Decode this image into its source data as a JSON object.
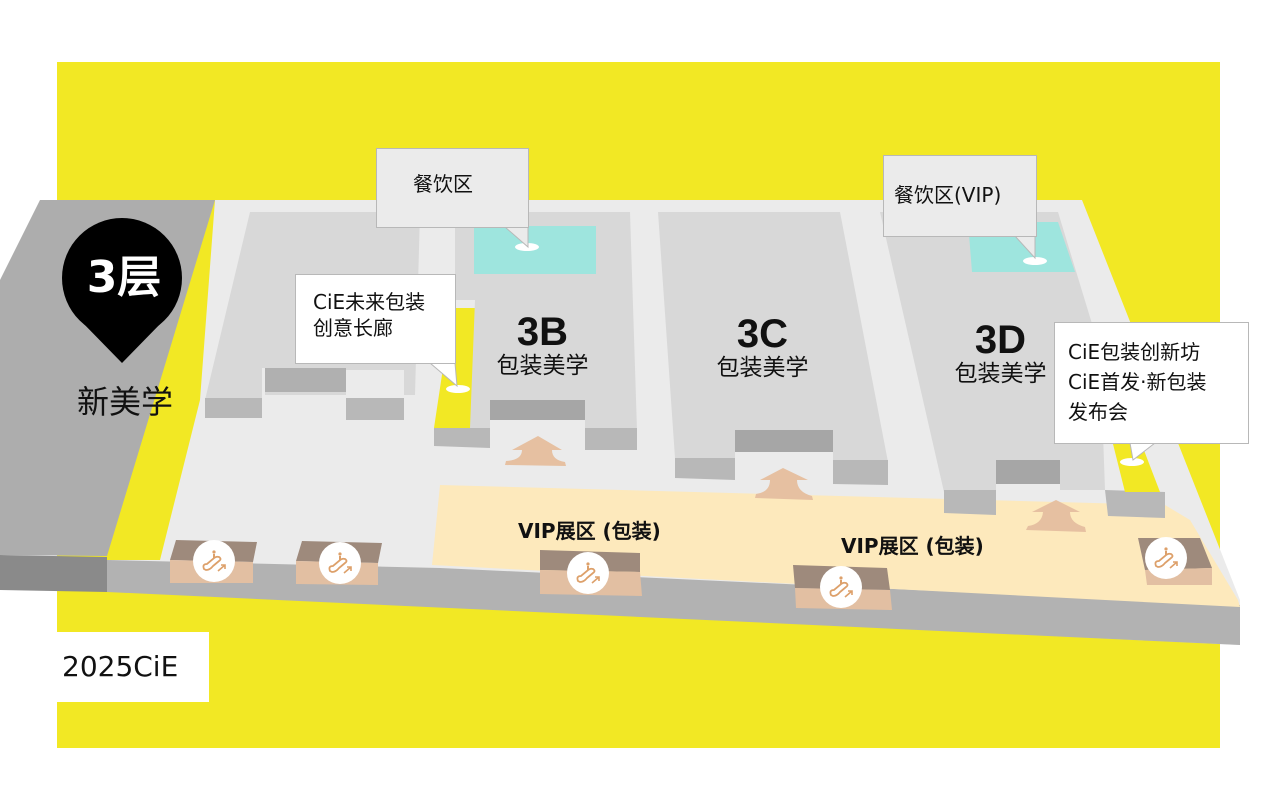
{
  "map": {
    "title": "3层",
    "subtitle": "新美学",
    "year_label": "2025CiE",
    "colors": {
      "frame_yellow": "#f2e824",
      "floor_light": "#ebebeb",
      "floor_edge": "#b2b2b2",
      "hall_top": "#d8d8d8",
      "hall_side": "#b8b8b8",
      "hall_recess": "#a6a6a6",
      "side_block": "#adadad",
      "side_block_edge": "#8a8a8a",
      "dining": "#9ee5de",
      "vip_zone": "#fde9bc",
      "arrow": "#e6c0a1",
      "escalator_top": "#9e8a7c",
      "escalator_front": "#e2bfa2",
      "escalator_icon": "#dda06a",
      "badge_black": "#000000"
    },
    "halls": [
      {
        "code": "3B",
        "name": "包装美学"
      },
      {
        "code": "3C",
        "name": "包装美学"
      },
      {
        "code": "3D",
        "name": "包装美学"
      }
    ],
    "callouts": [
      {
        "id": "dining",
        "text": "餐饮区"
      },
      {
        "id": "dining-vip",
        "text": "餐饮区(VIP)"
      },
      {
        "id": "future-corridor",
        "text": "CiE未来包装\n创意长廊"
      },
      {
        "id": "innovation-workshop",
        "text": "CiE包装创新坊\nCiE首发·新包装\n发布会"
      }
    ],
    "vip_zones": [
      {
        "label": "VIP展区 (包装)"
      },
      {
        "label": "VIP展区 (包装)"
      }
    ],
    "escalators": [
      {
        "icon": "escalator-up-icon"
      },
      {
        "icon": "escalator-up-icon"
      },
      {
        "icon": "escalator-up-icon"
      },
      {
        "icon": "escalator-up-icon"
      },
      {
        "icon": "escalator-up-icon"
      }
    ],
    "entrances": [
      {
        "icon": "entrance-arrow-icon",
        "hall": "3B"
      },
      {
        "icon": "entrance-arrow-icon",
        "hall": "3C"
      },
      {
        "icon": "entrance-arrow-icon",
        "hall": "3D"
      }
    ]
  }
}
